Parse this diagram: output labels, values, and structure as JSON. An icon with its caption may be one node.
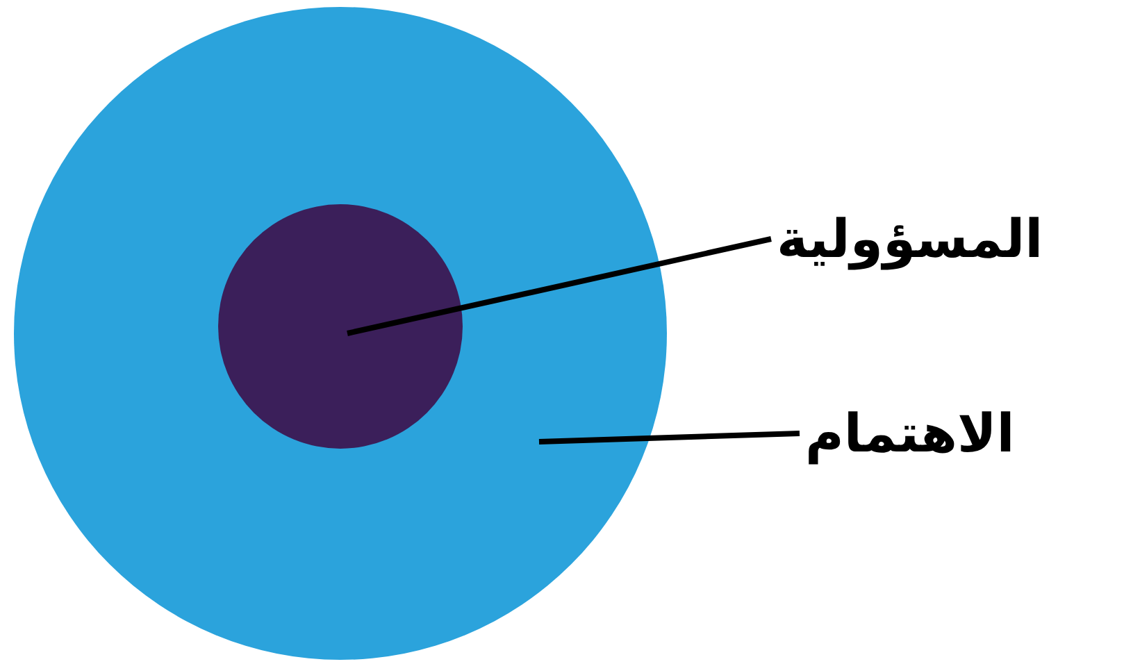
{
  "diagram": {
    "nodes": [
      {
        "text": [],
        "shape": "circle"
      },
      {
        "text": [],
        "shape": "circle",
        "in": 0
      },
      {
        "text": [
          "المسؤولية"
        ]
      },
      {
        "text": [
          "الاهتمام"
        ]
      }
    ],
    "edges": [
      {
        "from": 2,
        "to": 1,
        "arrow": "none"
      },
      {
        "from": 3,
        "to": 0,
        "arrow": "none"
      }
    ]
  }
}
